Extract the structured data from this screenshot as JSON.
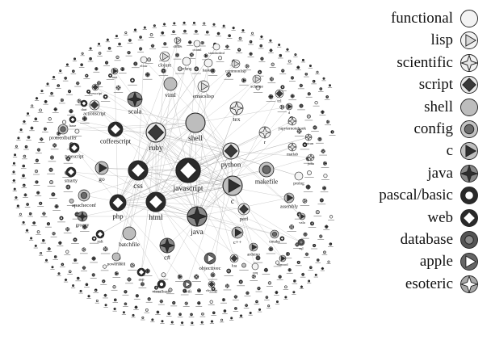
{
  "legend": [
    {
      "label": "functional",
      "glyph": "plain"
    },
    {
      "label": "lisp",
      "glyph": "triangle-outline"
    },
    {
      "label": "scientific",
      "glyph": "star4-outline"
    },
    {
      "label": "script",
      "glyph": "diamond-dark"
    },
    {
      "label": "shell",
      "glyph": "plain-gray"
    },
    {
      "label": "config",
      "glyph": "circle-dark"
    },
    {
      "label": "c",
      "glyph": "triangle-dark"
    },
    {
      "label": "java",
      "glyph": "star4-dark"
    },
    {
      "label": "pascal/basic",
      "glyph": "ring-white"
    },
    {
      "label": "web",
      "glyph": "diamond-white"
    },
    {
      "label": "database",
      "glyph": "ring-dark"
    },
    {
      "label": "apple",
      "glyph": "triangle-white"
    },
    {
      "label": "esoteric",
      "glyph": "star4-white"
    }
  ],
  "nodes": [
    {
      "label": "javascript",
      "glyph": "diamond-white"
    },
    {
      "label": "css",
      "glyph": "diamond-white"
    },
    {
      "label": "html",
      "glyph": "diamond-white"
    },
    {
      "label": "java",
      "glyph": "star4-dark"
    },
    {
      "label": "c",
      "glyph": "triangle-dark"
    },
    {
      "label": "shell",
      "glyph": "plain-gray"
    },
    {
      "label": "ruby",
      "glyph": "diamond-dark"
    },
    {
      "label": "python",
      "glyph": "diamond-dark"
    },
    {
      "label": "php",
      "glyph": "diamond-white"
    },
    {
      "label": "coffeescript",
      "glyph": "diamond-white"
    },
    {
      "label": "go",
      "glyph": "triangle-dark"
    },
    {
      "label": "makefile",
      "glyph": "circle-dark"
    },
    {
      "label": "viml",
      "glyph": "plain-gray"
    },
    {
      "label": "emacslisp",
      "glyph": "triangle-outline"
    },
    {
      "label": "scala",
      "glyph": "star4-dark"
    },
    {
      "label": "perl",
      "glyph": "diamond-dark"
    },
    {
      "label": "c++",
      "glyph": "triangle-dark"
    },
    {
      "label": "c#",
      "glyph": "star4-dark"
    },
    {
      "label": "objectivec",
      "glyph": "triangle-white"
    },
    {
      "label": "batchfile",
      "glyph": "plain-gray"
    },
    {
      "label": "tex",
      "glyph": "star4-outline"
    },
    {
      "label": "r",
      "glyph": "star4-outline"
    },
    {
      "label": "clojure",
      "glyph": "triangle-outline"
    },
    {
      "label": "erlang",
      "glyph": "plain"
    },
    {
      "label": "haskell",
      "glyph": "plain"
    },
    {
      "label": "commonlisp",
      "glyph": "triangle-outline"
    },
    {
      "label": "scheme",
      "glyph": "triangle-outline"
    },
    {
      "label": "tcl",
      "glyph": "diamond-dark"
    },
    {
      "label": "actionscript",
      "glyph": "diamond-dark"
    },
    {
      "label": "protocolbuffer",
      "glyph": "circle-dark"
    },
    {
      "label": "typescript",
      "glyph": "diamond-white"
    },
    {
      "label": "smarty",
      "glyph": "diamond-white"
    },
    {
      "label": "apacheconf",
      "glyph": "circle-dark"
    },
    {
      "label": "groovy",
      "glyph": "star4-dark"
    },
    {
      "label": "xslt",
      "glyph": "diamond-white"
    },
    {
      "label": "powershell",
      "glyph": "plain-gray"
    },
    {
      "label": "asp",
      "glyph": "diamond-white"
    },
    {
      "label": "visualbasic",
      "glyph": "ring-white"
    },
    {
      "label": "swift",
      "glyph": "triangle-white"
    },
    {
      "label": "lua",
      "glyph": "diamond-dark"
    },
    {
      "label": "arduino",
      "glyph": "triangle-dark"
    },
    {
      "label": "cmake",
      "glyph": "circle-dark"
    },
    {
      "label": "assembly",
      "glyph": "triangle-dark"
    },
    {
      "label": "prolog",
      "glyph": "plain"
    },
    {
      "label": "matlab",
      "glyph": "star4-outline"
    },
    {
      "label": "jupyternotebook",
      "glyph": "star4-outline"
    },
    {
      "label": "d",
      "glyph": "triangle-dark"
    },
    {
      "label": "rust",
      "glyph": "triangle-dark"
    },
    {
      "label": "livescript",
      "glyph": "diamond-dark"
    },
    {
      "label": "dart",
      "glyph": "diamond-white"
    },
    {
      "label": "elixir",
      "glyph": "plain"
    },
    {
      "label": "racket",
      "glyph": "triangle-outline"
    },
    {
      "label": "ocaml",
      "glyph": "plain"
    },
    {
      "label": "standardml",
      "glyph": "plain"
    },
    {
      "label": "vala",
      "glyph": "triangle-dark"
    },
    {
      "label": "julia",
      "glyph": "star4-outline"
    },
    {
      "label": "sql",
      "glyph": "ring-dark"
    },
    {
      "label": "fortran",
      "glyph": "star4-outline"
    },
    {
      "label": "haxe",
      "glyph": "diamond-white"
    },
    {
      "label": "vbscript",
      "glyph": "diamond-dark"
    },
    {
      "label": "nimrod",
      "glyph": "triangle-dark"
    },
    {
      "label": "coq",
      "glyph": "plain"
    }
  ]
}
